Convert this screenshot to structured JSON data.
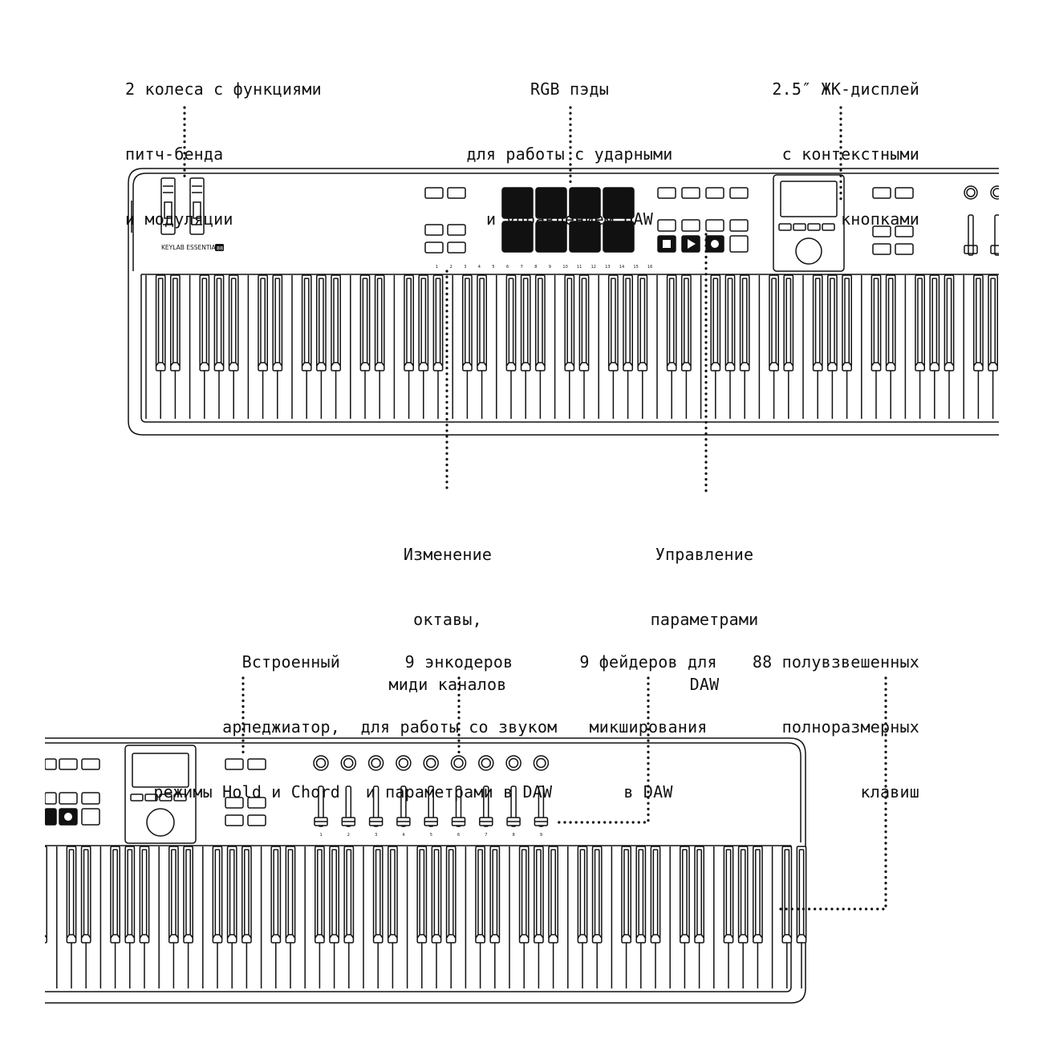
{
  "callouts": {
    "wheels": [
      "2 колеса с функциями",
      "питч-бенда",
      "и модуляции"
    ],
    "pads": [
      "RGB пэды",
      "для работы с ударными",
      "и управлением DAW"
    ],
    "lcd": [
      "2.5″ ЖК-дисплей",
      "с контекстными",
      "кнопками"
    ],
    "octave": [
      "Изменение",
      "октавы,",
      "миди каналов"
    ],
    "daw_params": [
      "Управление",
      "параметрами",
      "DAW"
    ],
    "arp": [
      "Встроенный",
      "арпеджиатор,",
      "режимы Hold и Chord"
    ],
    "encoders": [
      "9 энкодеров",
      "для работы со звуком",
      "и параметрами в DAW"
    ],
    "faders": [
      "9 фейдеров для",
      "микширования",
      "в DAW"
    ],
    "keys": [
      "88 полувзвешенных",
      "полноразмерных",
      "клавиш"
    ]
  },
  "device": {
    "brand": "KEYLAB ESSENTIAL",
    "model_badge": "88",
    "channel_numbers": [
      "1",
      "2",
      "3",
      "4",
      "5",
      "6",
      "7",
      "8",
      "9",
      "10",
      "11",
      "12",
      "13",
      "14",
      "15",
      "16"
    ],
    "fader_numbers": [
      "1",
      "2",
      "3",
      "4",
      "5",
      "6",
      "7",
      "8",
      "9"
    ]
  },
  "colors": {
    "line": "#111111",
    "background": "#ffffff"
  },
  "icons": [
    "pitch-wheel-icon",
    "mod-wheel-icon",
    "pad-icon",
    "encoder-knob-icon",
    "fader-icon",
    "play-icon",
    "stop-icon",
    "record-icon"
  ]
}
